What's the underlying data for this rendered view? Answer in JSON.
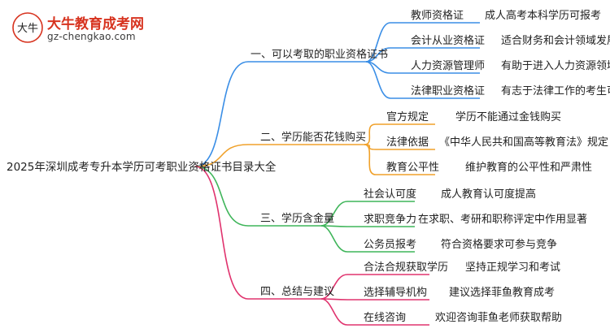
{
  "logo": {
    "name": "大牛教育成考网",
    "url": "gz-chengkao.com",
    "mark_text": "大牛"
  },
  "root": "2025年深圳成考专升本学历可考职业资格证书目录大全",
  "branches": [
    {
      "label": "一、可以考取的职业资格证书",
      "color": "#3a8ee6",
      "items": [
        {
          "left": "教师资格证",
          "right": "成人高考本科学历可报考"
        },
        {
          "left": "会计从业资格证",
          "right": "适合财务和会计领域发展"
        },
        {
          "left": "人力资源管理师",
          "right": "有助于进入人力资源领域"
        },
        {
          "left": "法律职业资格证",
          "right": "有志于法律工作的考生可报考"
        }
      ]
    },
    {
      "label": "二、学历能否花钱购买",
      "color": "#f0a12a",
      "items": [
        {
          "left": "官方规定",
          "right": "学历不能通过金钱购买"
        },
        {
          "left": "法律依据",
          "right": "《中华人民共和国高等教育法》规定"
        },
        {
          "left": "教育公平性",
          "right": "维护教育的公平性和严肃性"
        }
      ]
    },
    {
      "label": "三、学历含金量",
      "color": "#3fb55a",
      "items": [
        {
          "left": "社会认可度",
          "right": "成人教育认可度提高"
        },
        {
          "left": "求职竞争力",
          "right": "在求职、考研和职称评定中作用显著"
        },
        {
          "left": "公务员报考",
          "right": "符合资格要求可参与竞争"
        }
      ]
    },
    {
      "label": "四、总结与建议",
      "color": "#e0336e",
      "items": [
        {
          "left": "合法合规获取学历",
          "right": "坚持正规学习和考试"
        },
        {
          "left": "选择辅导机构",
          "right": "建议选择菲鱼教育成考"
        },
        {
          "left": "在线咨询",
          "right": "欢迎咨询菲鱼老师获取帮助"
        }
      ]
    }
  ]
}
